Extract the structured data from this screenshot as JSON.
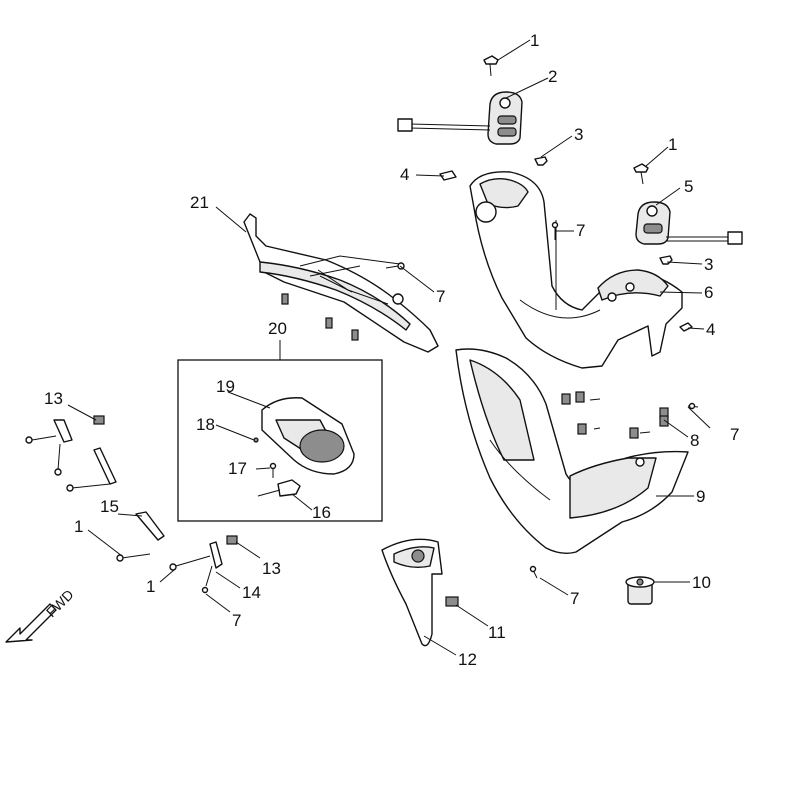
{
  "diagram": {
    "labels": [
      "1",
      "2",
      "3",
      "4",
      "5",
      "6",
      "7",
      "8",
      "9",
      "10",
      "11",
      "12",
      "13",
      "14",
      "15",
      "16",
      "17",
      "18",
      "19",
      "20",
      "21"
    ],
    "direction_label": "FWD",
    "icons": {
      "screw": "screw-icon",
      "clip": "clip-icon",
      "bracket": "bracket-icon",
      "switch": "handlebar-switch-icon",
      "cover": "body-cover-icon"
    }
  }
}
